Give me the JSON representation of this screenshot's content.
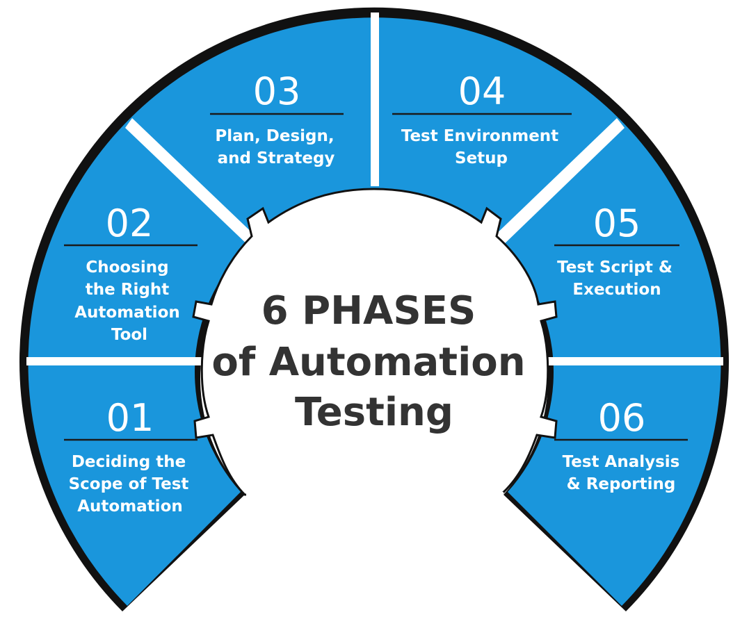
{
  "center_title": {
    "line1": "6 PHASES",
    "line2": "of Automation",
    "line3": "Testing"
  },
  "colors": {
    "segment_fill": "#1a96dc",
    "segment_outline": "#111111",
    "title_text": "#333333",
    "background": "#ffffff"
  },
  "phases": [
    {
      "number": "01",
      "label_lines": [
        "Deciding the",
        "Scope of Test",
        "Automation"
      ]
    },
    {
      "number": "02",
      "label_lines": [
        "Choosing",
        "the Right",
        "Automation",
        "Tool"
      ]
    },
    {
      "number": "03",
      "label_lines": [
        "Plan, Design,",
        "and Strategy"
      ]
    },
    {
      "number": "04",
      "label_lines": [
        "Test Environment",
        "Setup"
      ]
    },
    {
      "number": "05",
      "label_lines": [
        "Test Script &",
        "Execution"
      ]
    },
    {
      "number": "06",
      "label_lines": [
        "Test Analysis",
        "& Reporting"
      ]
    }
  ]
}
